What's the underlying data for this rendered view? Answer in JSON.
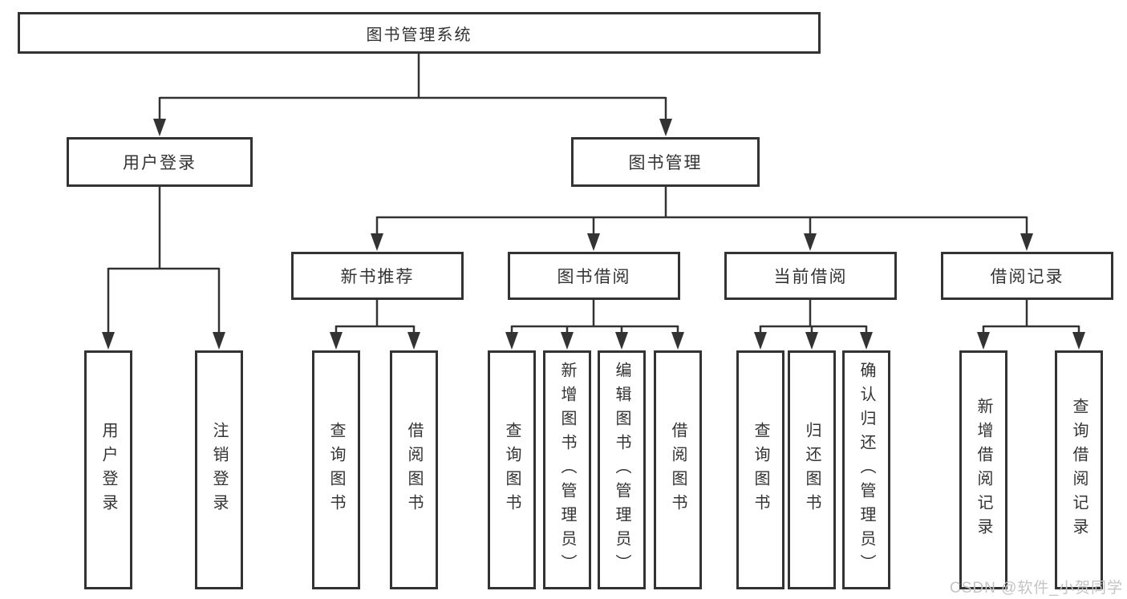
{
  "tree": {
    "root": {
      "label": "图书管理系统"
    },
    "branches": [
      {
        "label": "用户登录",
        "children": [
          {
            "label": "用户登录"
          },
          {
            "label": "注销登录"
          }
        ]
      },
      {
        "label": "图书管理",
        "children": [
          {
            "label": "新书推荐",
            "children": [
              {
                "label": "查询图书"
              },
              {
                "label": "借阅图书"
              }
            ]
          },
          {
            "label": "图书借阅",
            "children": [
              {
                "label": "查询图书"
              },
              {
                "label": "新增图书（管理员）"
              },
              {
                "label": "编辑图书（管理员）"
              },
              {
                "label": "借阅图书"
              }
            ]
          },
          {
            "label": "当前借阅",
            "children": [
              {
                "label": "查询图书"
              },
              {
                "label": "归还图书"
              },
              {
                "label": "确认归还（管理员）"
              }
            ]
          },
          {
            "label": "借阅记录",
            "children": [
              {
                "label": "新增借阅记录"
              },
              {
                "label": "查询借阅记录"
              }
            ]
          }
        ]
      }
    ]
  },
  "watermark": {
    "text": "CSDN @软件_小贺同学"
  },
  "colors": {
    "line": "#333333",
    "text": "#333333",
    "watermark": "#c4c4c4",
    "background": "#ffffff"
  }
}
